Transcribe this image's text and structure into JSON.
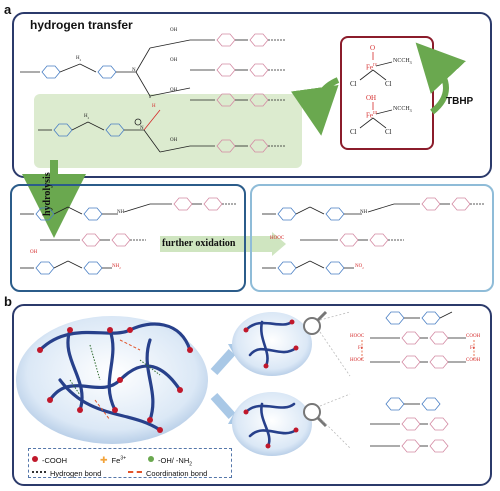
{
  "panel_a": {
    "letter": "a",
    "title": "hydrogen transfer",
    "fe_group": "NCCH",
    "fe_group_sub": "3",
    "fe": "Fe",
    "fe_ox": "IV",
    "fe_ox2": "III",
    "cl": "Cl",
    "o": "O",
    "oh": "OH",
    "tbhp": "TBHP",
    "hydrolysis": "hydrolysis",
    "further_oxidation": "further oxidation",
    "oh_label": "OH",
    "h2": "H",
    "h2_sub": "2",
    "c": "C",
    "n": "N",
    "nh": "NH",
    "nh2": "NH",
    "no2": "NO",
    "hooc": "HOOC"
  },
  "panel_b": {
    "letter": "b",
    "legend": {
      "cooh": "-COOH",
      "fe3": "Fe",
      "fe3_sup": "3+",
      "ohnh2": "-OH/ -NH",
      "ohnh2_sub": "2",
      "hbond": "Hydrogen bond",
      "coord": "Coordination bond"
    },
    "cooh": "COOH",
    "hooc": "HOOC",
    "fe": "Fe"
  },
  "colors": {
    "frame_dark": "#2b3a6b",
    "frame_light": "#8fbcd8",
    "green_band": "#dcebcf",
    "arrow_green": "#6aa84f",
    "fe_box": "#8b1c2b",
    "ring_blue": "#4a7fc4",
    "ring_pink": "#d48aa3",
    "chain_blue": "#27408b",
    "bead_red": "#c0182b"
  }
}
